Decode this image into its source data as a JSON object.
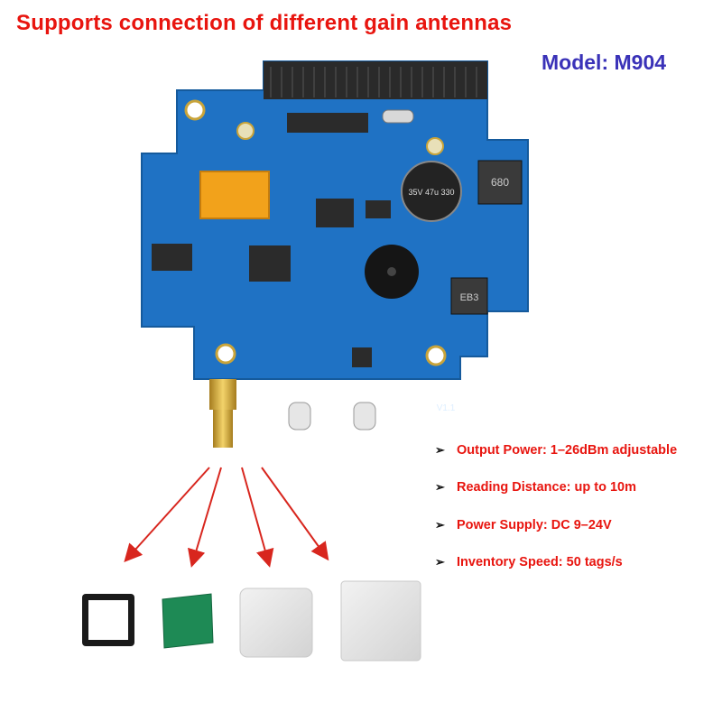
{
  "headline": "Supports connection of different gain antennas",
  "model": "Model: M904",
  "board": {
    "relay_label": "",
    "version_label": "V1.1",
    "capacitor_label": "35V 47u 330",
    "inductor_top_label": "680",
    "inductor_bottom_label": "EB3"
  },
  "specs": [
    {
      "label": "Output Power: 1–26dBm adjustable"
    },
    {
      "label": "Reading Distance: up to 10m"
    },
    {
      "label": "Power Supply: DC 9–24V"
    },
    {
      "label": "Inventory Speed: 50 tags/s"
    }
  ],
  "antennas": [
    {
      "name": "small-framed-antenna"
    },
    {
      "name": "pcb-antenna"
    },
    {
      "name": "medium-panel-antenna"
    },
    {
      "name": "large-panel-antenna"
    }
  ],
  "colors": {
    "headline": "#e8150f",
    "model": "#3a32b8",
    "pcb": "#1f72c4",
    "arrow": "#d8261e"
  }
}
